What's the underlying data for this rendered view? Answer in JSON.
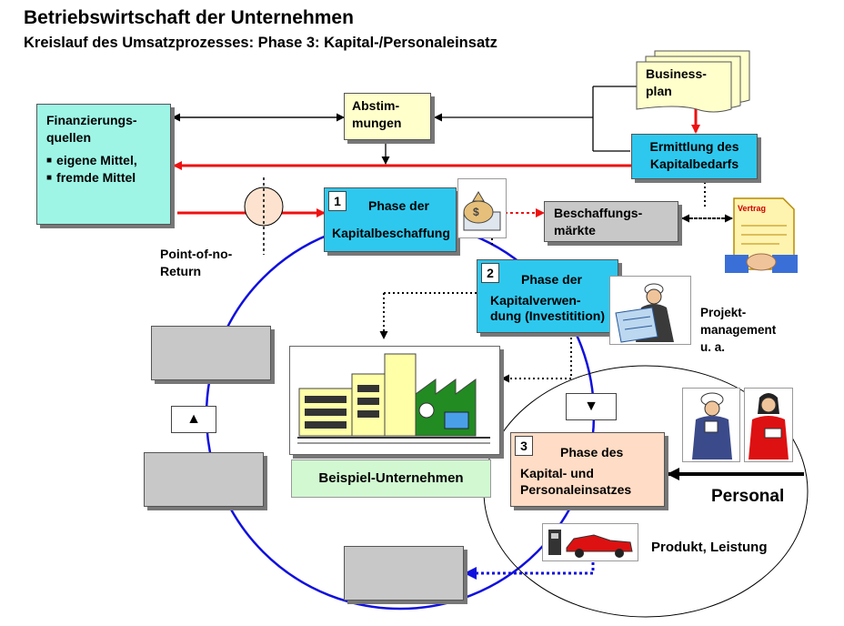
{
  "title": "Betriebswirtschaft der Unternehmen",
  "subtitle": "Kreislauf des Umsatzprozesses: Phase 3: Kapital-/Personaleinsatz",
  "finanzierung": {
    "line1": "Finanzierungs-",
    "line2": "quellen",
    "bullet1": "eigene Mittel,",
    "bullet2": "fremde Mittel"
  },
  "abstimmungen": {
    "line1": "Abstim-",
    "line2": "mungen"
  },
  "businessplan": {
    "line1": "Business-",
    "line2": "plan"
  },
  "ermittlung": {
    "line1": "Ermittlung des",
    "line2": "Kapitalbedarfs"
  },
  "point_of_no_return": {
    "line1": "Point-of-no-",
    "line2": "Return"
  },
  "phase1": {
    "number": "1",
    "line1": "Phase der",
    "line2": "Kapitalbeschaffung"
  },
  "beschaffungsmaerkte": {
    "line1": "Beschaffungs-",
    "line2": "märkte"
  },
  "vertrag": {
    "label": "Vertrag"
  },
  "phase2": {
    "number": "2",
    "line1": "Phase der",
    "line2": "Kapitalverwen-",
    "line3": "dung (Investitition)"
  },
  "projektmanagement": {
    "line1": "Projekt-",
    "line2": "management",
    "line3": "u. a."
  },
  "beispiel_unternehmen": "Beispiel-Unternehmen",
  "phase3": {
    "number": "3",
    "line1": "Phase des",
    "line2": "Kapital- und",
    "line3": "Personaleinsatzes"
  },
  "personal": "Personal",
  "produkt": "Produkt, Leistung",
  "colors": {
    "cyan_box": "#2ec8ee",
    "light_cyan": "#9ef5e6",
    "yellow": "#ffffcc",
    "peach": "#ffdcc5",
    "gray": "#c8c8c8",
    "light_green": "#d2f8d2",
    "red_arrow": "#ee1111",
    "blue_circle": "#1010dd"
  }
}
